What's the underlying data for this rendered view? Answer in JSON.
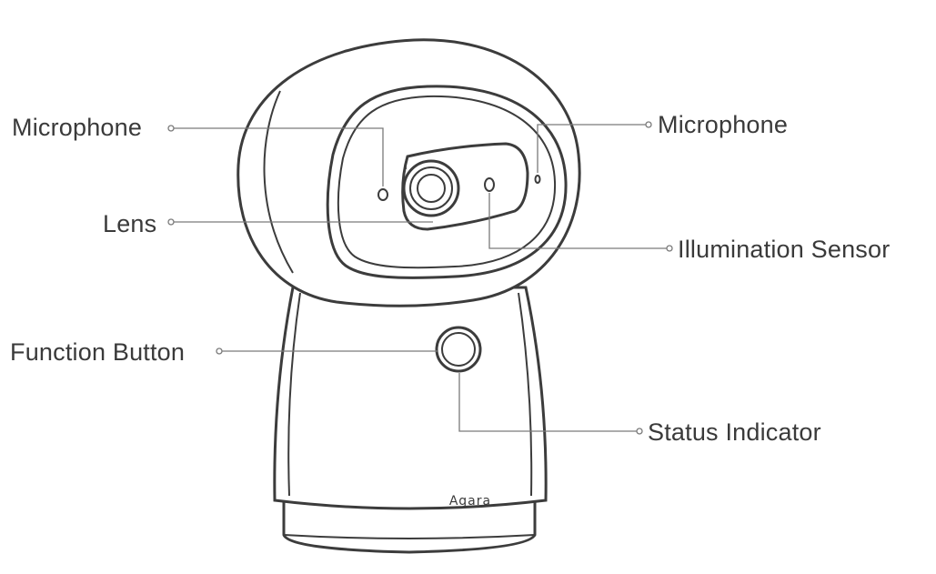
{
  "labels": {
    "microphone_left": "Microphone",
    "microphone_right": "Microphone",
    "lens": "Lens",
    "illumination_sensor": "Illumination Sensor",
    "function_button": "Function Button",
    "status_indicator": "Status Indicator"
  },
  "brand_logo": "Aqara",
  "colors": {
    "outline": "#3c3c3c",
    "leader_line": "#7a7a7a",
    "label_text": "#3a3a3a",
    "background": "#ffffff"
  }
}
